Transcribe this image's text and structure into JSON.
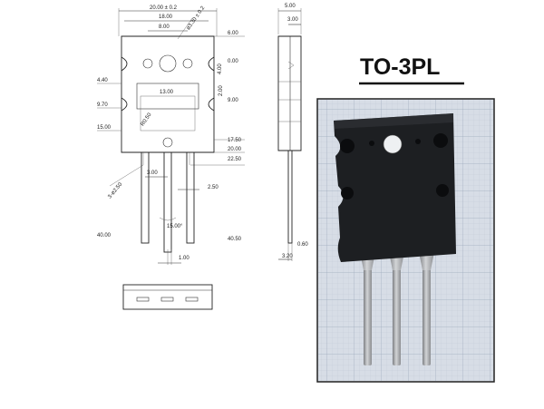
{
  "title": "TO-3PL",
  "front_view": {
    "overall_width": "20.00 ± 0.2",
    "hole_spacing": "18.00",
    "inner_width": "8.00",
    "center_hole": "ø3.30 ± 0.2",
    "window_width": "13.00",
    "radius": "R0.50",
    "lead_pitch": "3.00",
    "lead_holes": "3-ø2.50",
    "lead_width": "2.50",
    "angle": "15.00°",
    "lead_thickness": "1.00",
    "left_dims": [
      "4.40",
      "9.70",
      "15.00",
      "40.00"
    ],
    "right_dims": [
      "6.00",
      "0.00",
      "4.00",
      "2.00",
      "9.00",
      "17.50",
      "20.00",
      "22.50",
      "40.50"
    ]
  },
  "side_view": {
    "thickness": "5.00",
    "tab_thickness": "3.00",
    "lead_offset": "0.60",
    "lead_pos": "3.20"
  },
  "photo": {
    "background": "#d7dde6",
    "body_color": "#1d1f22",
    "lead_color": "#a7a9ac"
  }
}
